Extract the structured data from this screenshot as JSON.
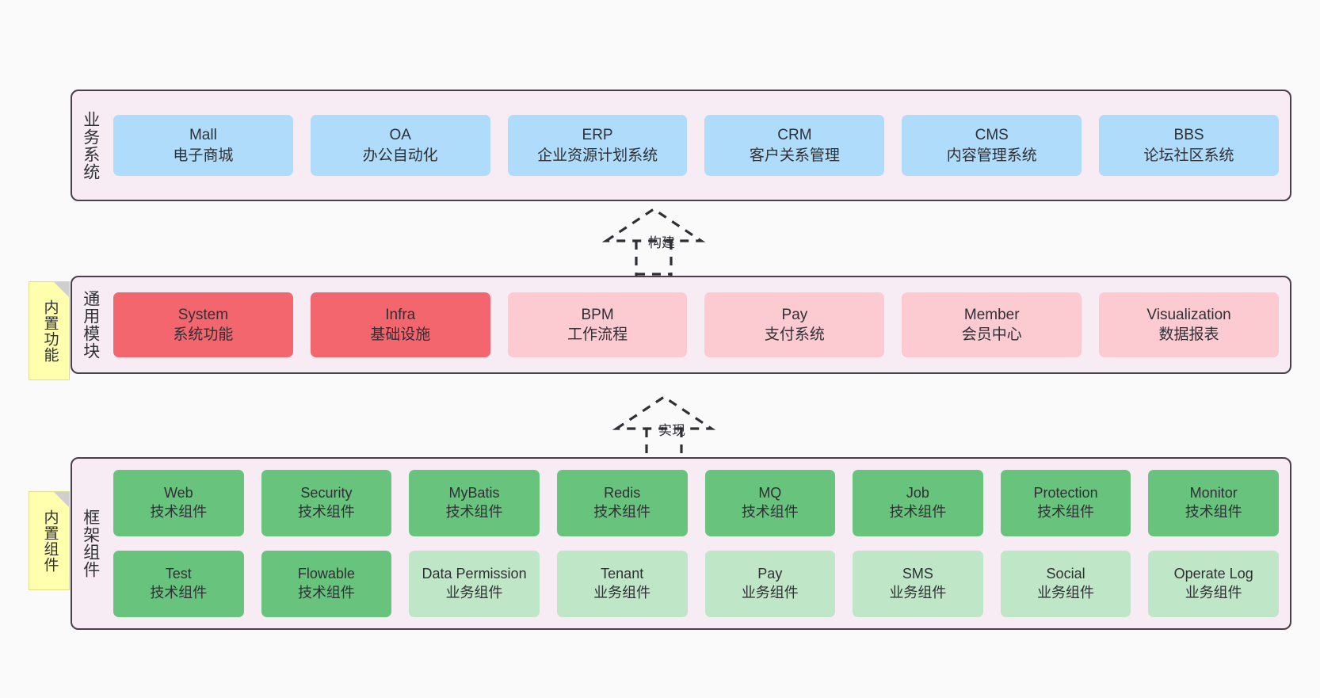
{
  "diagram": {
    "background": "#FAFAFA",
    "border_color": "#4A4049",
    "panel_fill": "#F7EBF4"
  },
  "layers": [
    {
      "id": "business",
      "title": "业务系统",
      "tone": "blue",
      "rows": [
        [
          {
            "name": "Mall",
            "desc": "电子商城"
          },
          {
            "name": "OA",
            "desc": "办公自动化"
          },
          {
            "name": "ERP",
            "desc": "企业资源计划系统"
          },
          {
            "name": "CRM",
            "desc": "客户关系管理"
          },
          {
            "name": "CMS",
            "desc": "内容管理系统"
          },
          {
            "name": "BBS",
            "desc": "论坛社区系统"
          }
        ]
      ]
    },
    {
      "id": "common",
      "title": "通用模块",
      "rows": [
        [
          {
            "name": "System",
            "desc": "系统功能",
            "tone": "red"
          },
          {
            "name": "Infra",
            "desc": "基础设施",
            "tone": "red"
          },
          {
            "name": "BPM",
            "desc": "工作流程",
            "tone": "pink"
          },
          {
            "name": "Pay",
            "desc": "支付系统",
            "tone": "pink"
          },
          {
            "name": "Member",
            "desc": "会员中心",
            "tone": "pink"
          },
          {
            "name": "Visualization",
            "desc": "数据报表",
            "tone": "pink"
          }
        ]
      ]
    },
    {
      "id": "framework",
      "title": "框架组件",
      "rows": [
        [
          {
            "name": "Web",
            "desc": "技术组件",
            "tone": "green"
          },
          {
            "name": "Security",
            "desc": "技术组件",
            "tone": "green"
          },
          {
            "name": "MyBatis",
            "desc": "技术组件",
            "tone": "green"
          },
          {
            "name": "Redis",
            "desc": "技术组件",
            "tone": "green"
          },
          {
            "name": "MQ",
            "desc": "技术组件",
            "tone": "green"
          },
          {
            "name": "Job",
            "desc": "技术组件",
            "tone": "green"
          },
          {
            "name": "Protection",
            "desc": "技术组件",
            "tone": "green"
          },
          {
            "name": "Monitor",
            "desc": "技术组件",
            "tone": "green"
          }
        ],
        [
          {
            "name": "Test",
            "desc": "技术组件",
            "tone": "green"
          },
          {
            "name": "Flowable",
            "desc": "技术组件",
            "tone": "green"
          },
          {
            "name": "Data Permission",
            "desc": "业务组件",
            "tone": "lightgreen"
          },
          {
            "name": "Tenant",
            "desc": "业务组件",
            "tone": "lightgreen"
          },
          {
            "name": "Pay",
            "desc": "业务组件",
            "tone": "lightgreen"
          },
          {
            "name": "SMS",
            "desc": "业务组件",
            "tone": "lightgreen"
          },
          {
            "name": "Social",
            "desc": "业务组件",
            "tone": "lightgreen"
          },
          {
            "name": "Operate Log",
            "desc": "业务组件",
            "tone": "lightgreen"
          }
        ]
      ]
    }
  ],
  "sticky_notes": [
    {
      "id": "common-note",
      "label": "内置功能",
      "color": "#FFFFAE"
    },
    {
      "id": "framework-note",
      "label": "内置组件",
      "color": "#FFFFAE"
    }
  ],
  "connectors": [
    {
      "id": "build",
      "label": "构建",
      "style": "dashed-generalization",
      "direction": "up"
    },
    {
      "id": "impl",
      "label": "实现",
      "style": "dashed-generalization",
      "direction": "up"
    }
  ]
}
